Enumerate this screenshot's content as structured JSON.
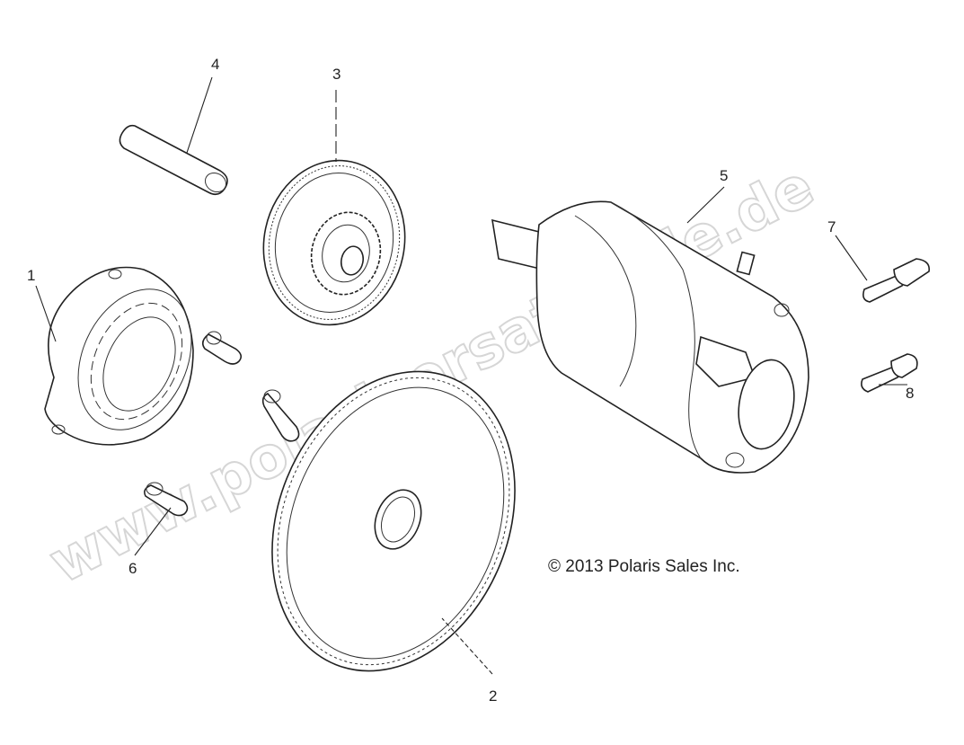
{
  "watermark": "www.polarisersatzteile.de",
  "copyright": "© 2013 Polaris Sales Inc.",
  "parts": [
    {
      "number": "1",
      "icon": "starter-clutch-icon"
    },
    {
      "number": "2",
      "icon": "flywheel-ring-gear-icon"
    },
    {
      "number": "3",
      "icon": "idler-gear-icon"
    },
    {
      "number": "4",
      "icon": "shaft-pin-icon"
    },
    {
      "number": "5",
      "icon": "starter-motor-icon"
    },
    {
      "number": "6",
      "icon": "socket-bolt-icon"
    },
    {
      "number": "7",
      "icon": "flange-bolt-icon"
    },
    {
      "number": "8",
      "icon": "flange-bolt-icon"
    }
  ]
}
